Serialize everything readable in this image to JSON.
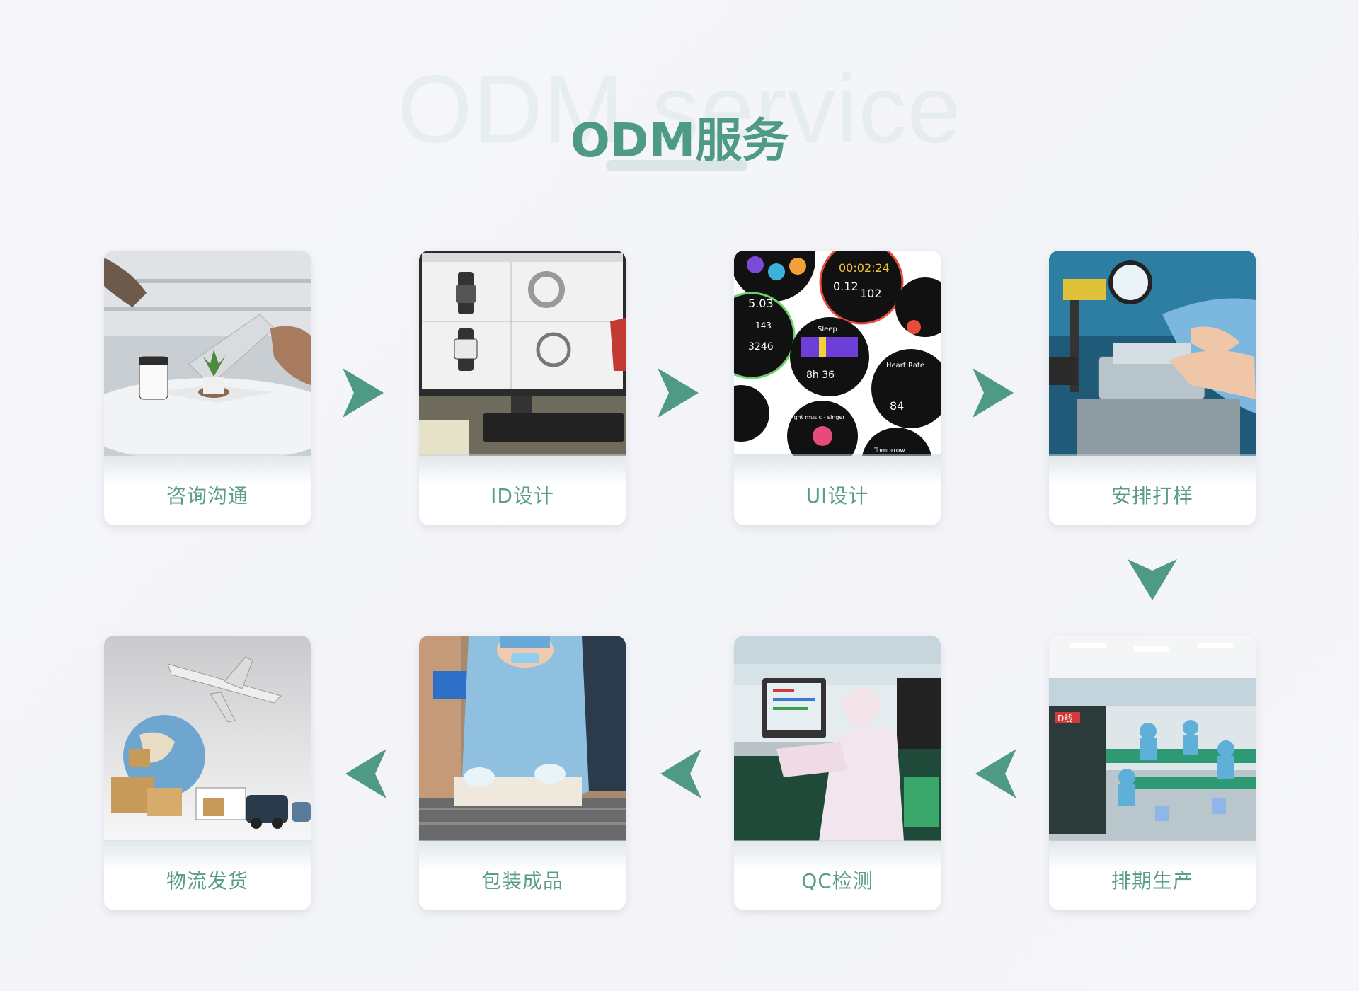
{
  "header": {
    "watermark": "ODM service",
    "title": "ODM服务"
  },
  "colors": {
    "accent": "#4f9a84",
    "label": "#5a9d89",
    "arrow": "#4f9a84"
  },
  "steps": [
    {
      "label": "咨询沟通",
      "icon": "consultation-photo"
    },
    {
      "label": "ID设计",
      "icon": "industrial-design-photo"
    },
    {
      "label": "UI设计",
      "icon": "watch-ui-photo"
    },
    {
      "label": "安排打样",
      "icon": "prototyping-photo"
    },
    {
      "label": "排期生产",
      "icon": "production-line-photo"
    },
    {
      "label": "QC检测",
      "icon": "quality-check-photo"
    },
    {
      "label": "包装成品",
      "icon": "packaging-photo"
    },
    {
      "label": "物流发货",
      "icon": "logistics-photo"
    }
  ],
  "watch_ui_text": [
    "00:02:24",
    "0.12",
    "102",
    "5.03",
    "143",
    "3246",
    "Sleep",
    "8h 36",
    "Heart Rate",
    "84",
    "light music - singer",
    "Tomorrow"
  ],
  "factory_sign": "D线"
}
